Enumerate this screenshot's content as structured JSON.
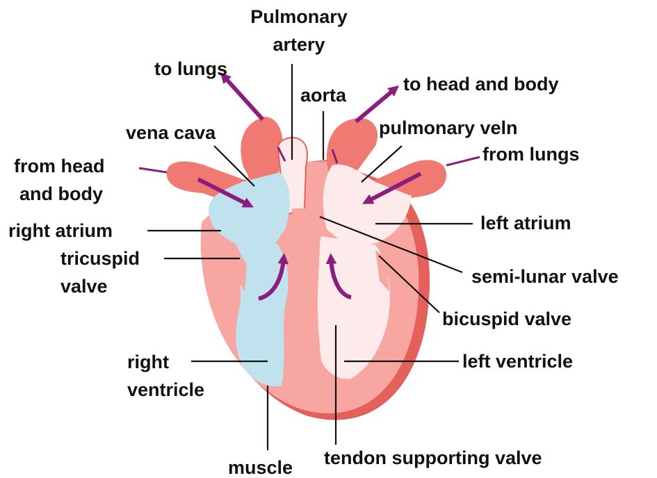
{
  "title": "",
  "colors": {
    "wall": "#f7a6a2",
    "wall_dark": "#e4605a",
    "vessel": "#f07a72",
    "deoxygenated": "#bfe2ee",
    "oxygenated": "#fdeaea",
    "arrow": "#8b1e7c",
    "text": "#111111"
  },
  "labels": {
    "pulmonary_artery": [
      "Pulmonary",
      "artery"
    ],
    "to_lungs": "to lungs",
    "aorta": "aorta",
    "to_head_and_body": "to head and body",
    "vena_cava": "vena cava",
    "pulmonary_vein": "pulmonary veln",
    "from_lungs": "from lungs",
    "from_head_and_body": [
      "from head",
      "and body"
    ],
    "right_atrium": "right atrium",
    "left_atrium": "left atrium",
    "tricuspid_valve": [
      "tricuspid",
      "valve"
    ],
    "semi_lunar_valve": "semi-lunar valve",
    "bicuspid_valve": "bicuspid valve",
    "right_ventricle": [
      "right",
      "ventricle"
    ],
    "left_ventricle": "left ventricle",
    "muscle": "muscle",
    "tendon_supporting_valve": "tendon supporting valve"
  }
}
